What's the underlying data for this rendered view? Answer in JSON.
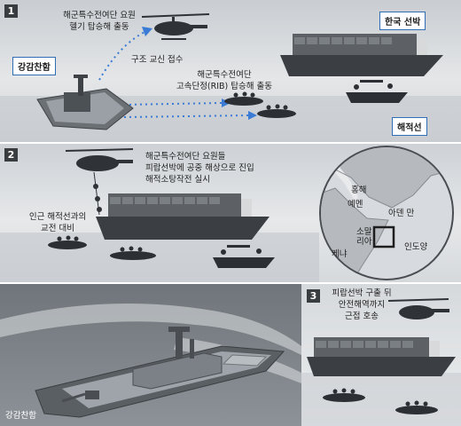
{
  "panel1": {
    "number": "1",
    "label_heli": [
      "해군특수전여단 요원",
      "헬기 탑승해 출동"
    ],
    "label_rescue": "구조 교신 접수",
    "label_rib": [
      "해군특수전여단",
      "고속단정(RIB) 탑승해 출동"
    ],
    "box_warship": "강감찬함",
    "box_korean_ship": "한국 선박",
    "box_pirate": "해적선"
  },
  "panel2": {
    "number": "2",
    "label_raid": [
      "해군특수전여단 요원들",
      "피랍선박에 공중 해상으로 진입",
      "해적소탕작전 실시"
    ],
    "label_combat": [
      "인근 해적선과의",
      "교전 대비"
    ]
  },
  "map": {
    "labels": {
      "red_sea": "홍해",
      "yemen": "예멘",
      "gulf_aden": "아덴 만",
      "somalia": "소말\n리아",
      "kenya": "케냐",
      "indian_ocean": "인도양"
    }
  },
  "panel3": {
    "number": "3",
    "label_escort": [
      "피랍선박 구출 뒤",
      "안전해역까지",
      "근접 호송"
    ]
  },
  "photo": {
    "caption": "강감찬함"
  },
  "colors": {
    "accent_box": "#2f6db5",
    "arrow": "#3a7bd5",
    "number_bg": "#3a3d40"
  }
}
